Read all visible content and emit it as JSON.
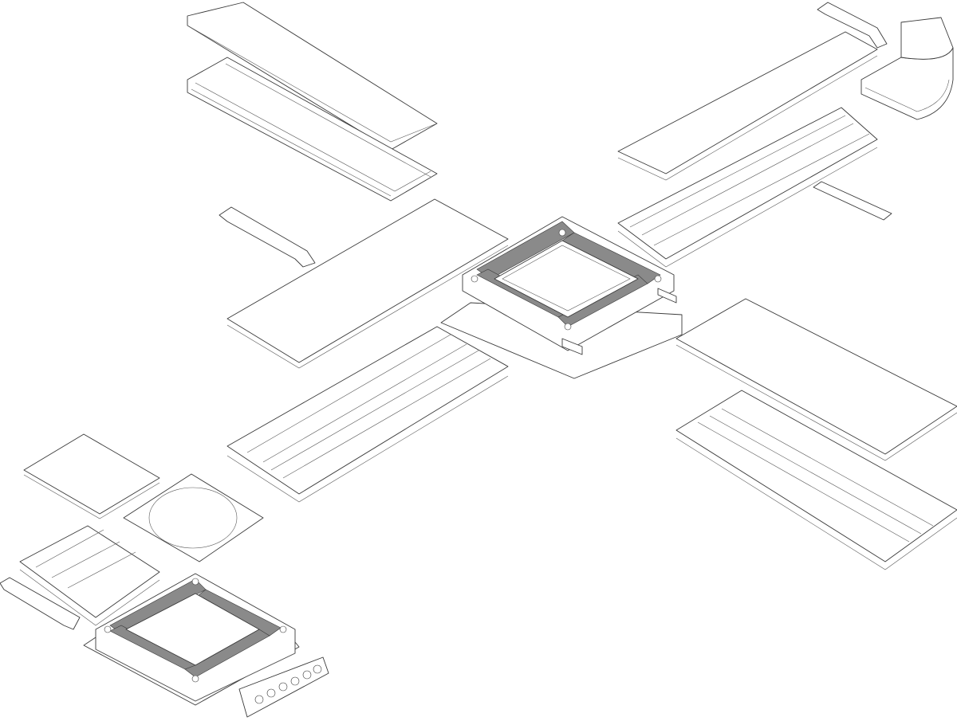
{
  "drawing": {
    "style": "isometric exploded line drawing",
    "colors": {
      "line": "#3a3a3a",
      "background": "#ffffff",
      "hatch": "#8a8a8a"
    },
    "parts": [
      "cover-top-left",
      "trough-top-left",
      "bracket-left",
      "cover-middle-left",
      "trough-lower-left",
      "junction-box-center",
      "cover-top-right",
      "trough-top-right",
      "bracket-top-right",
      "elbow-top-right",
      "strip-right",
      "cover-right",
      "trough-right",
      "cover-small",
      "plate-with-circle",
      "trough-small",
      "strip-small",
      "junction-box-small",
      "connector-strip"
    ]
  }
}
